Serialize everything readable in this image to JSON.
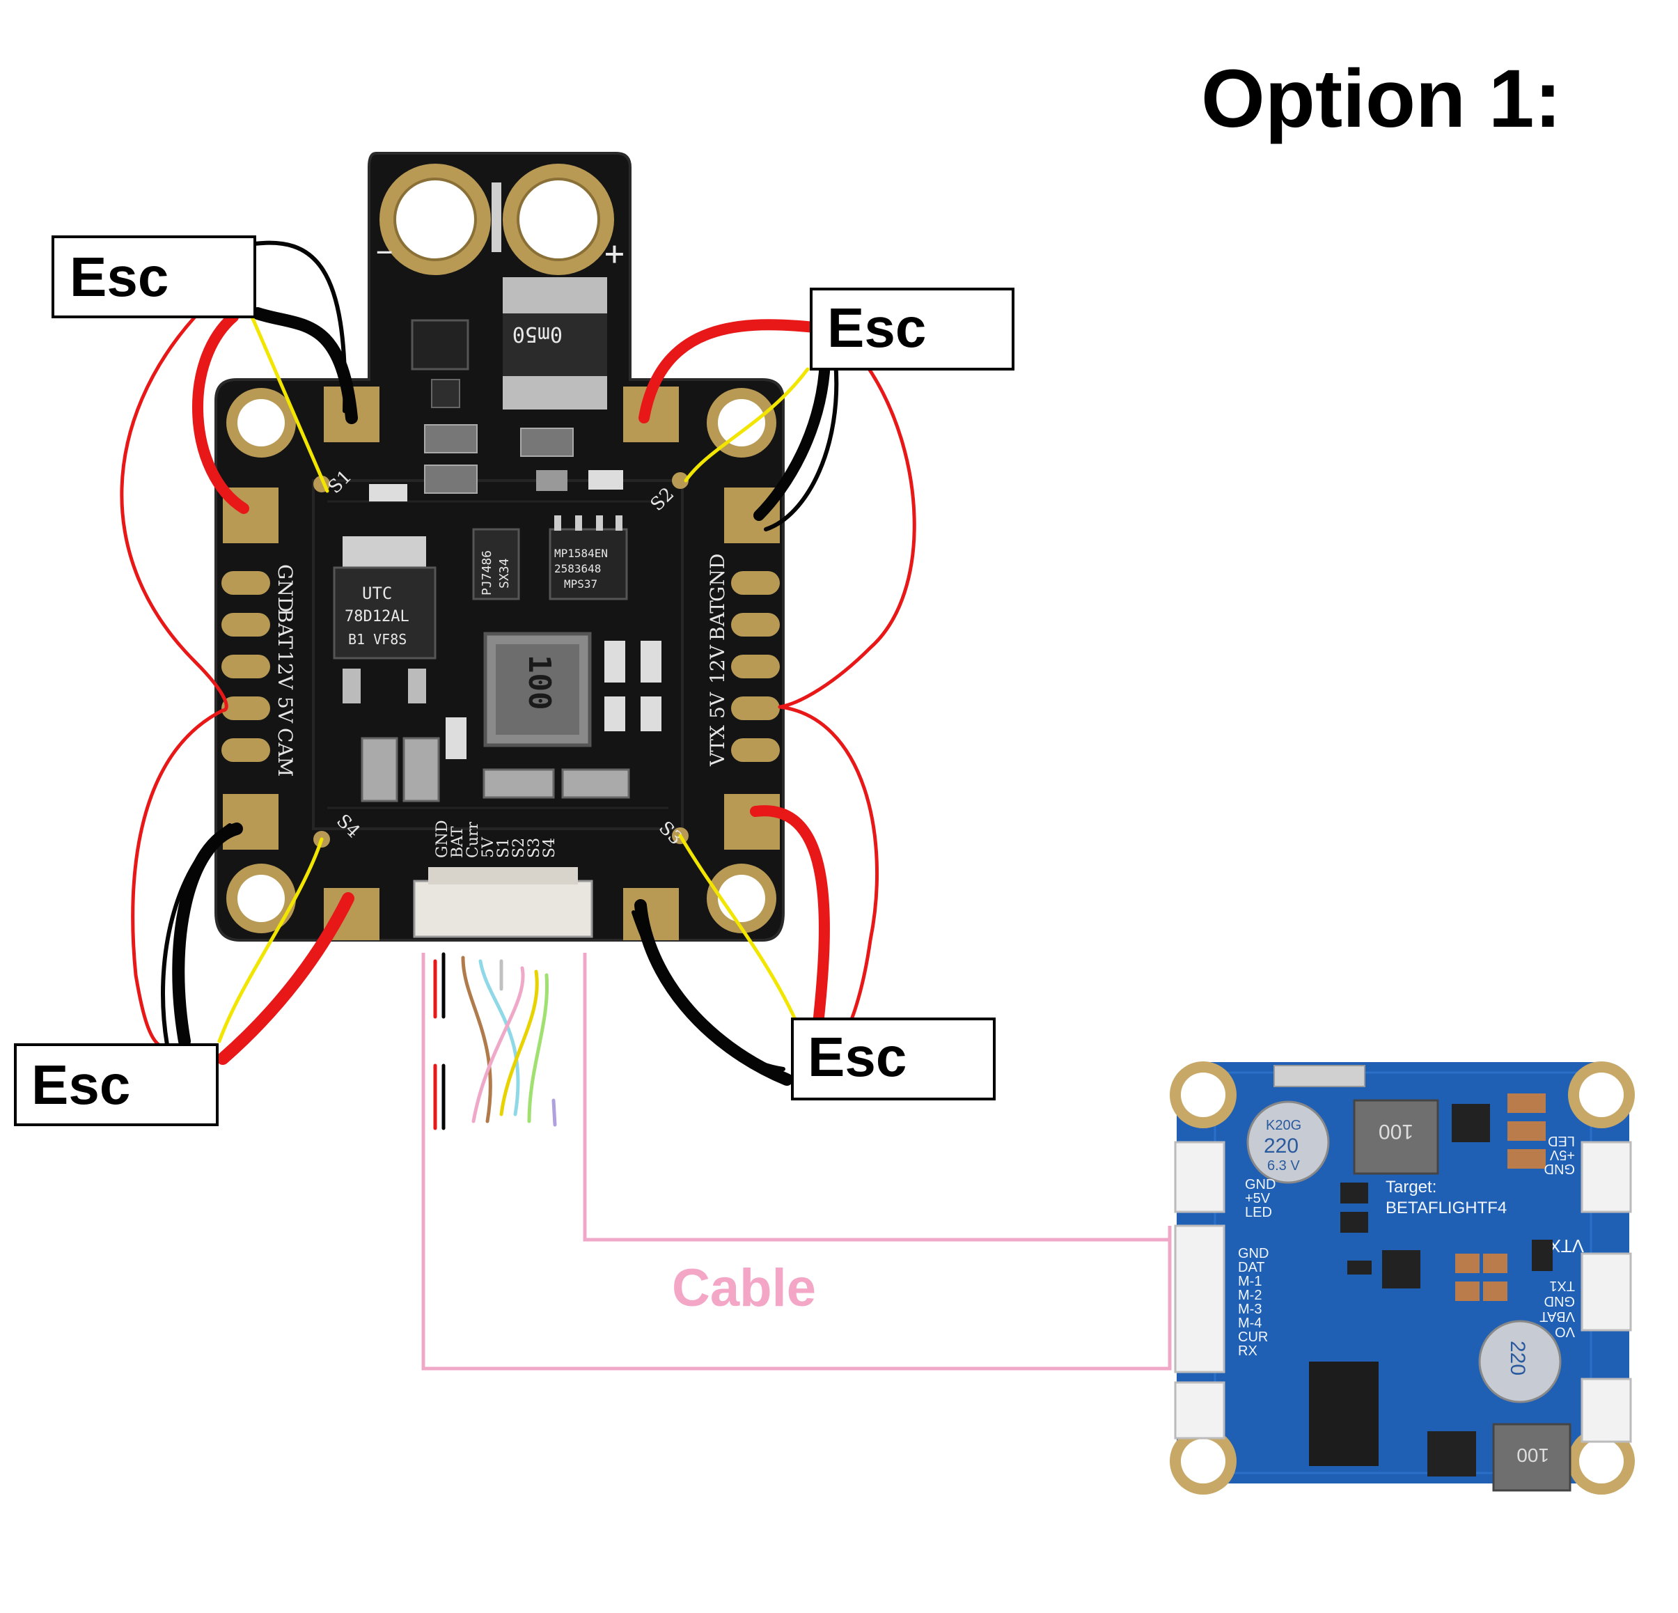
{
  "title": "Option 1:",
  "cable_label": "Cable",
  "esc_labels": {
    "top_left": "Esc",
    "top_right": "Esc",
    "bottom_left": "Esc",
    "bottom_right": "Esc"
  },
  "pdb": {
    "pad_labels_left": [
      "GND",
      "BAT",
      "12V",
      "5V",
      "CAM"
    ],
    "pad_labels_right": [
      "GND",
      "BAT",
      "12V",
      "5V",
      "VTX"
    ],
    "connector_pins": [
      "GND",
      "BAT",
      "Curr",
      "5V",
      "S1",
      "S2",
      "S3",
      "S4"
    ],
    "signal_labels": [
      "S1",
      "S2",
      "S3",
      "S4"
    ],
    "polarity_minus": "−",
    "polarity_plus": "+",
    "shunt_marking": "0m50",
    "inductor_marking": "100",
    "regulator_marking": [
      "UTC",
      "78D12AL",
      "B1 VF8S"
    ],
    "chip1_marking": [
      "MP1584EN",
      "2583648",
      "MPS37"
    ],
    "chip2_marking": [
      "PJ7486",
      "SX34"
    ]
  },
  "fc": {
    "target_label": "Target:",
    "target_name": "BETAFLIGHTF4",
    "left_top_pins": [
      "GND",
      "+5V",
      "LED"
    ],
    "left_main_pins": [
      "GND",
      "DAT",
      "M-1",
      "M-2",
      "M-3",
      "M-4",
      "CUR",
      "RX"
    ],
    "right_top_pins": [
      "GND",
      "+5V",
      "LED"
    ],
    "right_mid_pins": [
      "TX1",
      "GND",
      "VBAT",
      "VO"
    ],
    "vtx_label": "VTX",
    "cap_marking": [
      "K20G",
      "220",
      "6.3 V"
    ],
    "inductor_marking": "100"
  },
  "colors": {
    "pcb_black": "#141414",
    "pcb_blue": "#1f5fb4",
    "gold": "#b89a55",
    "wire_red": "#e81818",
    "wire_black": "#050505",
    "wire_yellow": "#f2e600",
    "cable_pink": "#f0a8c8"
  }
}
